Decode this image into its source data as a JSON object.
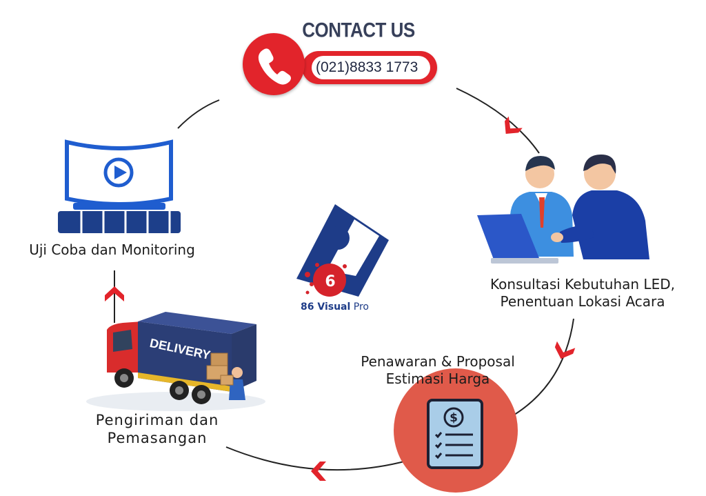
{
  "contact": {
    "title": "CONTACT US",
    "phone": "(021)8833 1773",
    "icon": "phone-icon"
  },
  "steps": [
    {
      "label_lines": [
        "Konsultasi Kebutuhan LED,",
        "Penentuan Lokasi Acara"
      ],
      "icon": "business-meeting-illustration"
    },
    {
      "label_lines": [
        "Penawaran & Proposal",
        "Estimasi Harga"
      ],
      "icon": "invoice-dollar-icon"
    },
    {
      "label_lines": [
        "Pengiriman dan",
        "Pemasangan"
      ],
      "icon": "delivery-truck-illustration"
    },
    {
      "label_lines": [
        "Uji Coba dan Monitoring"
      ],
      "icon": "cinema-screen-icon"
    }
  ],
  "brand": {
    "digit": "6",
    "name_bold": "86 Visual",
    "name_light": "Pro",
    "icon": "86-visual-pro-logo"
  },
  "colors": {
    "accent_red": "#e2242b",
    "brand_blue": "#1e3c88",
    "icon_blue": "#1f5dcf",
    "text": "#1c1c1c",
    "connector": "#222222",
    "invoice_circle": "#e05a4a"
  }
}
